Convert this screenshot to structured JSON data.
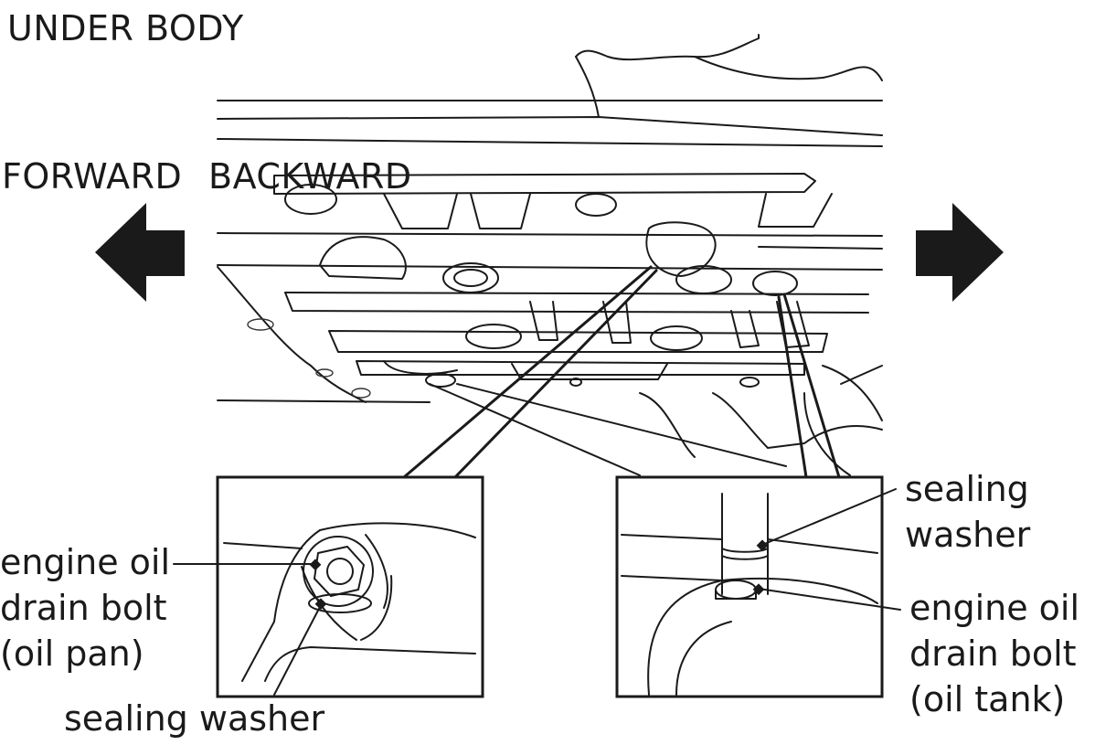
{
  "title": "UNDER BODY",
  "direction": {
    "forward": "FORWARD",
    "backward": "BACKWARD"
  },
  "callouts": {
    "left_bolt_line1": "engine oil",
    "left_bolt_line2": "drain bolt",
    "left_bolt_line3": "(oil pan)",
    "left_washer": "sealing washer",
    "right_washer_line1": "sealing",
    "right_washer_line2": "washer",
    "right_bolt_line1": "engine oil",
    "right_bolt_line2": "drain bolt",
    "right_bolt_line3": "(oil tank)"
  },
  "icons": {
    "forward_arrow": "arrow-left-icon",
    "backward_arrow": "arrow-right-icon"
  },
  "colors": {
    "line": "#1a1a1a",
    "arrow": "#1a1a1a",
    "background": "#ffffff"
  }
}
